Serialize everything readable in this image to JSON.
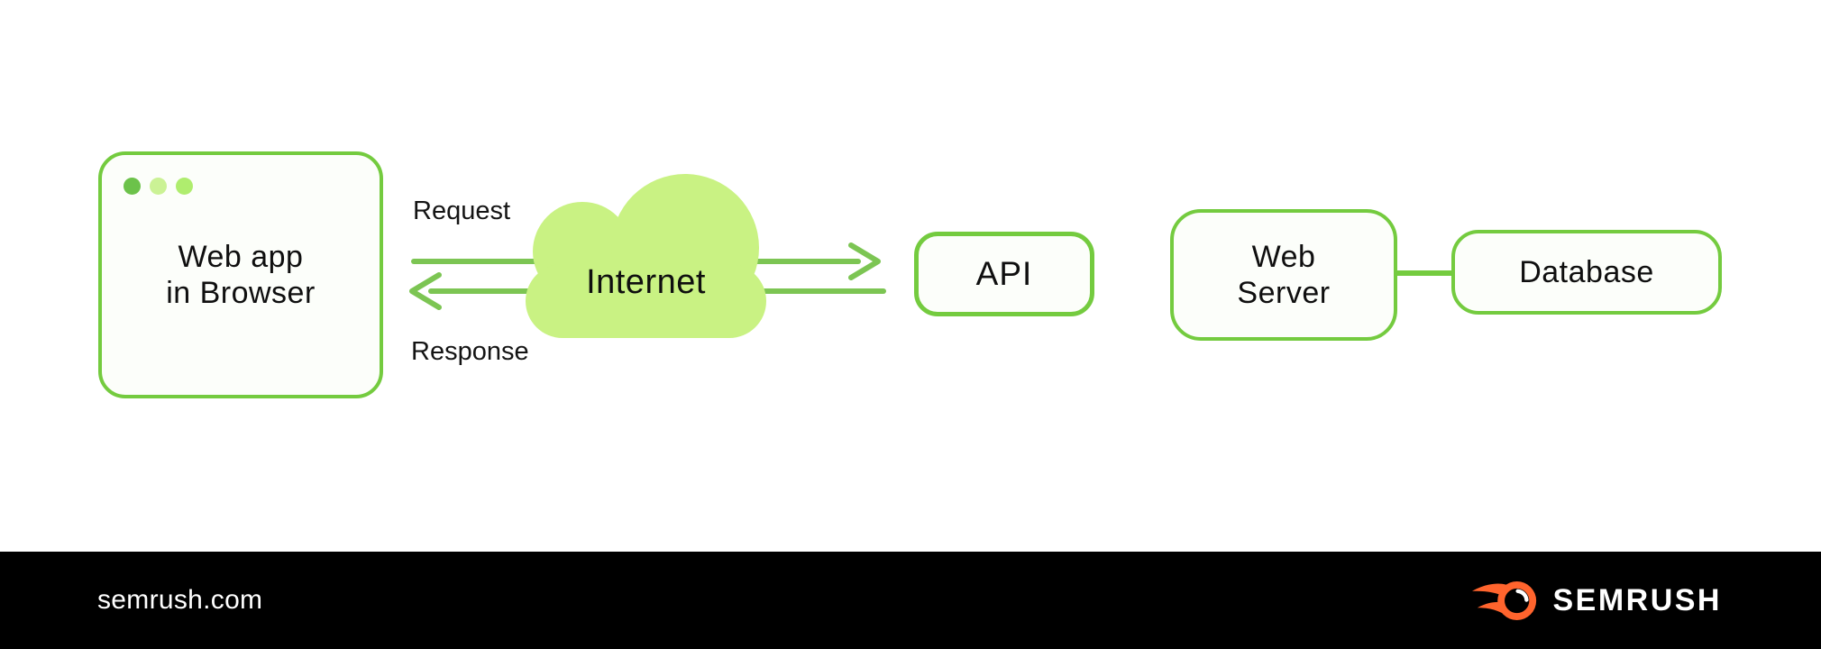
{
  "diagram": {
    "browser_window": {
      "line1": "Web app",
      "line2": "in Browser"
    },
    "request_label": "Request",
    "response_label": "Response",
    "internet_cloud": {
      "label": "Internet"
    },
    "api_box": {
      "label": "API"
    },
    "web_server_box": {
      "line1": "Web",
      "line2": "Server"
    },
    "database_box": {
      "label": "Database"
    }
  },
  "footer": {
    "domain": "semrush.com",
    "brand_name": "SEMRUSH"
  },
  "icons": {
    "browser_traffic_dots": "window-control-dots",
    "internet_cloud": "cloud-shape",
    "request_arrow": "arrow-right",
    "response_arrow": "arrow-left",
    "semrush_logo": "flame-comet-ball"
  },
  "colors": {
    "outline_green": "#74CB3F",
    "arrow_green": "#7CC553",
    "cloud_fill": "#C9F283",
    "dot_green_dark": "#6CC24A",
    "dot_green_light": "#CBF295",
    "dot_green_lime": "#AFED6E",
    "text_black": "#0F0F0F",
    "footer_background": "#000000",
    "footer_text": "#FFFFFF",
    "brand_orange": "#FF642D",
    "canvas_background": "#FFFFFF"
  }
}
